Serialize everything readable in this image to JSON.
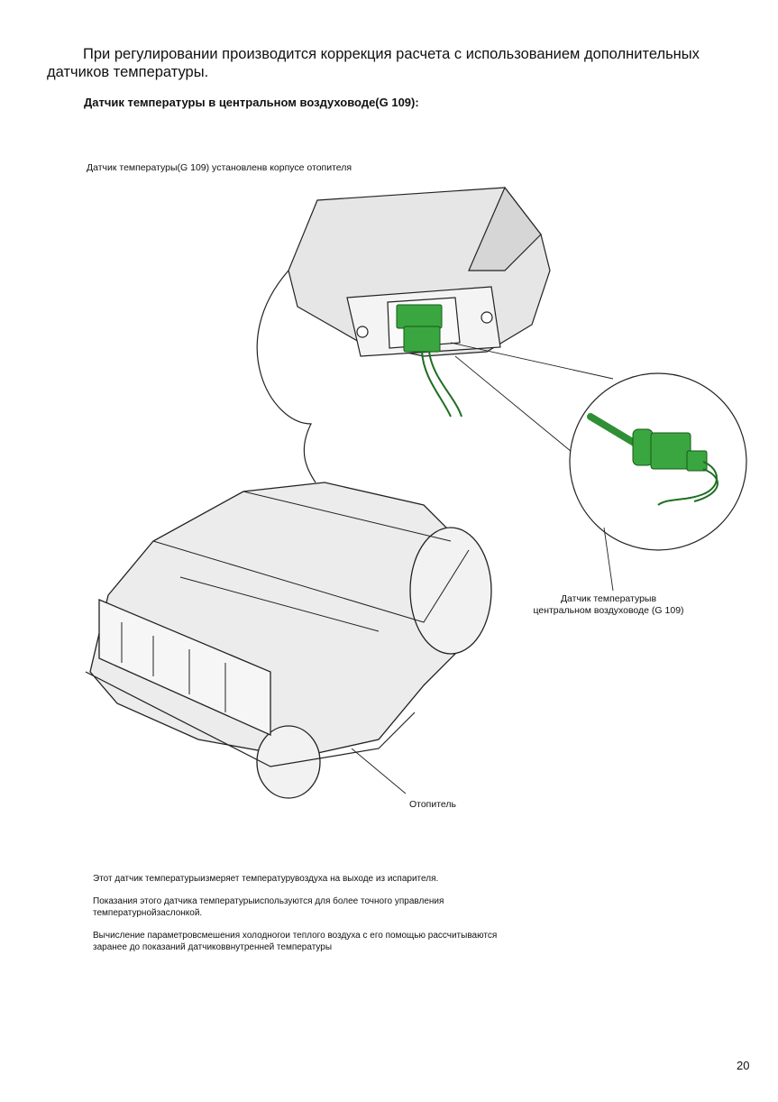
{
  "intro": "При регулировании производится коррекция расчета с использованием дополнительных датчиков температуры.",
  "heading": "Датчик температуры в центральном воздуховоде(G 109):",
  "caption": "Датчик температуры(G 109) установленв корпусе отопителя",
  "figure": {
    "sensor_label": "Датчик температурыв центральном воздуховоде (G 109)",
    "heater_label": "Отопитель",
    "colors": {
      "sensor": "#3aa640",
      "housing": "#e4e4e4",
      "outline": "#222222"
    }
  },
  "notes": [
    "Этот датчик температурыизмеряет температурувоздуха на выходе из испарителя.",
    "Показания этого датчика температурыиспользуются для более точного управления температурнойзаслонкой.",
    "Вычисление параметровсмешения холодногои теплого воздуха с его помощью рассчитываются заранее до показаний датчиковвнутренней температуры"
  ],
  "page_number": "20"
}
